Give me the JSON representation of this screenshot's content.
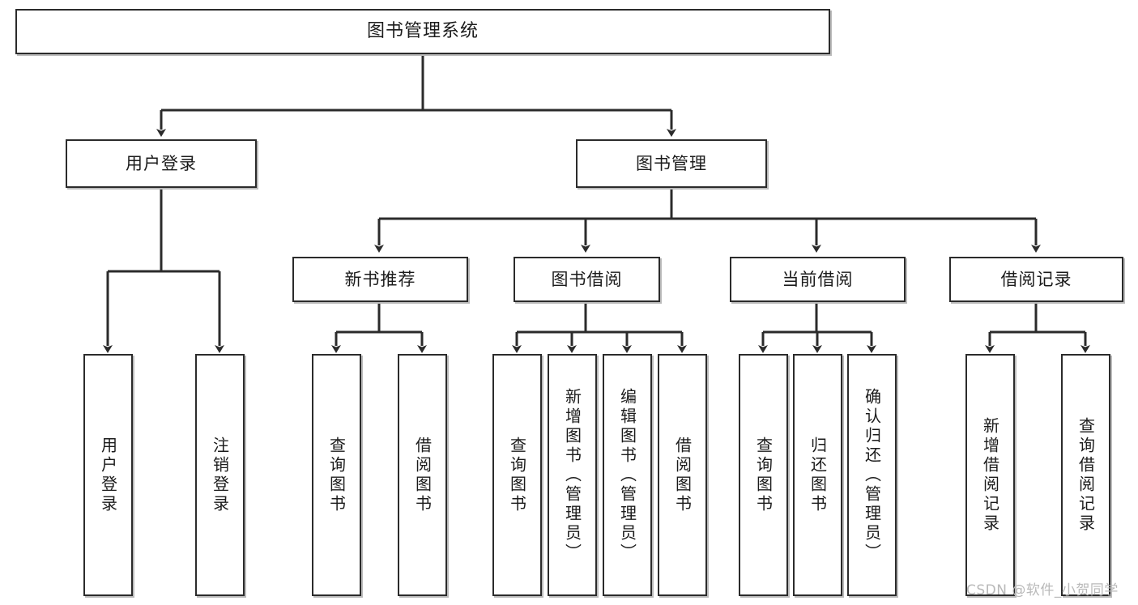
{
  "diagram": {
    "title": "图书管理系统",
    "watermark": "CSDN @软件_小贺同学",
    "colors": {
      "stroke": "#2b2b2b",
      "fill": "#ffffff",
      "text": "#1b1b1b",
      "watermark": "#b9b9b9"
    },
    "root": {
      "label": "图书管理系统"
    },
    "level1": [
      {
        "label": "用户登录"
      },
      {
        "label": "图书管理"
      }
    ],
    "level2": [
      {
        "label": "新书推荐"
      },
      {
        "label": "图书借阅"
      },
      {
        "label": "当前借阅"
      },
      {
        "label": "借阅记录"
      }
    ],
    "leaves": {
      "user_login": [
        {
          "label": "用户登录"
        },
        {
          "label": "注销登录"
        }
      ],
      "new_book": [
        {
          "label": "查询图书"
        },
        {
          "label": "借阅图书"
        }
      ],
      "book_borrow": [
        {
          "label": "查询图书"
        },
        {
          "label": "新增图书（管理员）"
        },
        {
          "label": "编辑图书（管理员）"
        },
        {
          "label": "借阅图书"
        }
      ],
      "current_borrow": [
        {
          "label": "查询图书"
        },
        {
          "label": "归还图书"
        },
        {
          "label": "确认归还（管理员）"
        }
      ],
      "borrow_record": [
        {
          "label": "新增借阅记录"
        },
        {
          "label": "查询借阅记录"
        }
      ]
    }
  },
  "chart_data": {
    "type": "diagram",
    "title": "图书管理系统 功能结构图",
    "orientation": "top-down tree",
    "edge_style": "orthogonal with filled arrowheads",
    "tree": {
      "name": "图书管理系统",
      "children": [
        {
          "name": "用户登录",
          "children": [
            {
              "name": "用户登录"
            },
            {
              "name": "注销登录"
            }
          ]
        },
        {
          "name": "图书管理",
          "children": [
            {
              "name": "新书推荐",
              "children": [
                {
                  "name": "查询图书"
                },
                {
                  "name": "借阅图书"
                }
              ]
            },
            {
              "name": "图书借阅",
              "children": [
                {
                  "name": "查询图书"
                },
                {
                  "name": "新增图书（管理员）"
                },
                {
                  "name": "编辑图书（管理员）"
                },
                {
                  "name": "借阅图书"
                }
              ]
            },
            {
              "name": "当前借阅",
              "children": [
                {
                  "name": "查询图书"
                },
                {
                  "name": "归还图书"
                },
                {
                  "name": "确认归还（管理员）"
                }
              ]
            },
            {
              "name": "借阅记录",
              "children": [
                {
                  "name": "新增借阅记录"
                },
                {
                  "name": "查询借阅记录"
                }
              ]
            }
          ]
        }
      ]
    }
  }
}
